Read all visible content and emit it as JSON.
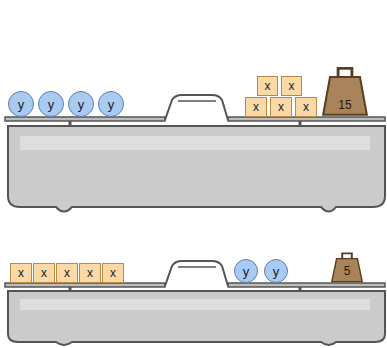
{
  "diagram": {
    "nodes": [
      {
        "text": [
          "y"
        ]
      },
      {
        "text": [
          "y"
        ]
      },
      {
        "text": [
          "y"
        ]
      },
      {
        "text": [
          "y"
        ]
      },
      {
        "text": [
          "x"
        ]
      },
      {
        "text": [
          "x"
        ]
      },
      {
        "text": [
          "x"
        ]
      },
      {
        "text": [
          "x"
        ]
      },
      {
        "text": [
          "x"
        ]
      },
      {
        "text": [
          "15"
        ]
      },
      {
        "text": [
          "x"
        ]
      },
      {
        "text": [
          "x"
        ]
      },
      {
        "text": [
          "x"
        ]
      },
      {
        "text": [
          "x"
        ]
      },
      {
        "text": [
          "x"
        ]
      },
      {
        "text": [
          "y"
        ]
      },
      {
        "text": [
          "y"
        ]
      },
      {
        "text": [
          "5"
        ]
      }
    ]
  }
}
